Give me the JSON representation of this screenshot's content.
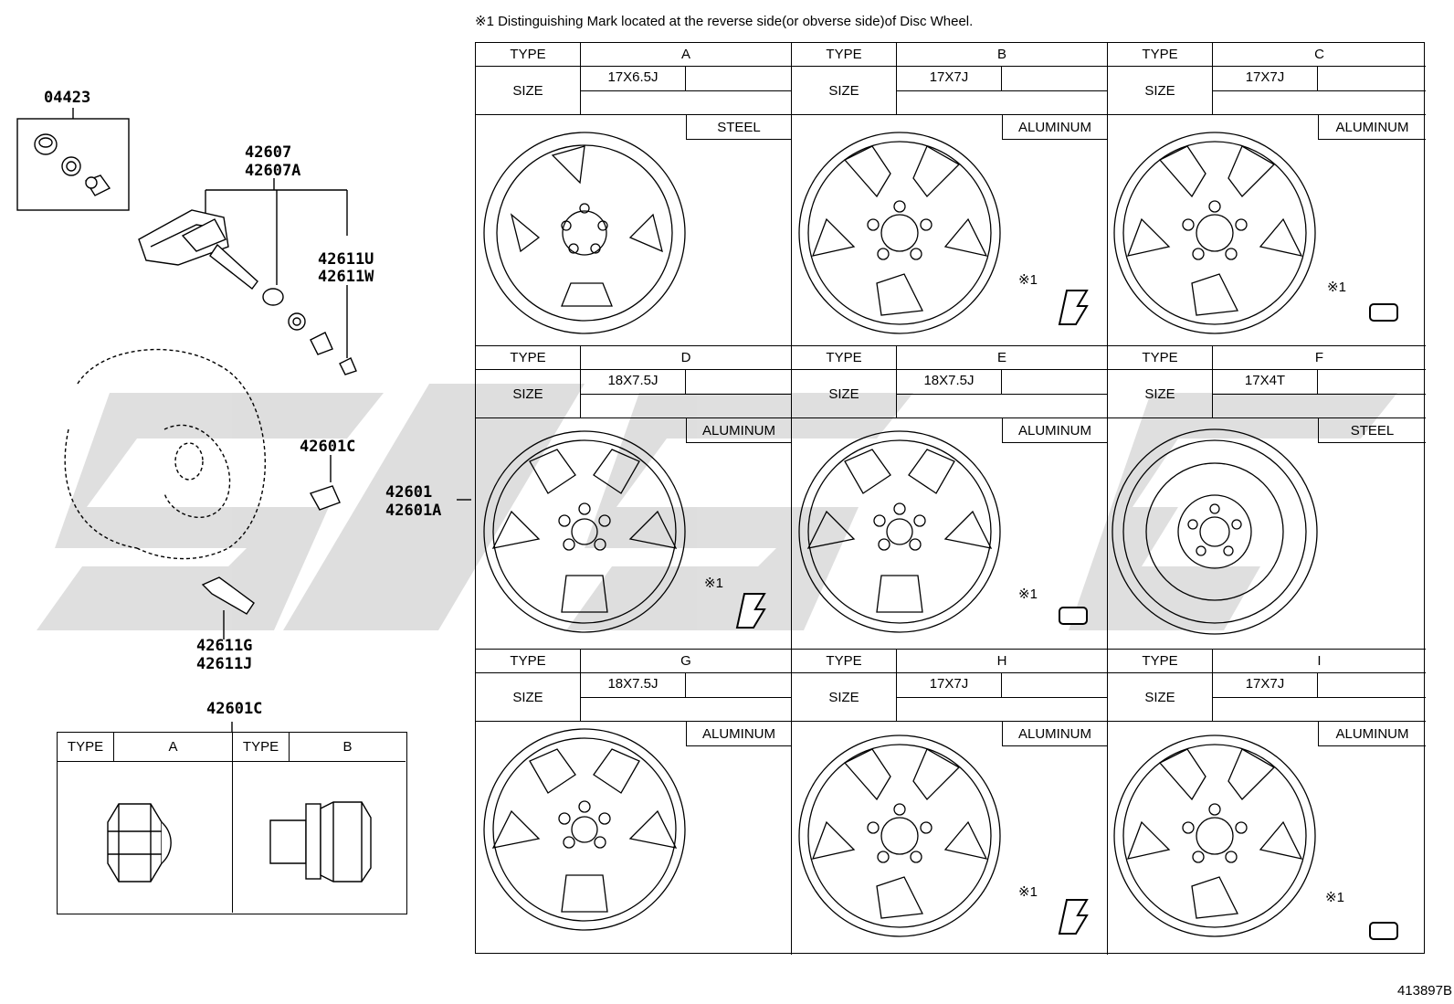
{
  "note": "※1 Distinguishing Mark located at the reverse side(or obverse side)of Disc Wheel.",
  "part_numbers": {
    "p04423": "04423",
    "p42607": "42607",
    "p42607A": "42607A",
    "p42611U": "42611U",
    "p42611W": "42611W",
    "p42601C_a": "42601C",
    "p42601": "42601",
    "p42601A": "42601A",
    "p42611G": "42611G",
    "p42611J": "42611J",
    "p42601C_b": "42601C"
  },
  "labels": {
    "type": "TYPE",
    "size": "SIZE",
    "mark": "※1"
  },
  "wheels": [
    {
      "letter": "A",
      "size": "17X6.5J",
      "material": "STEEL"
    },
    {
      "letter": "B",
      "size": "17X7J",
      "material": "ALUMINUM"
    },
    {
      "letter": "C",
      "size": "17X7J",
      "material": "ALUMINUM"
    },
    {
      "letter": "D",
      "size": "18X7.5J",
      "material": "ALUMINUM"
    },
    {
      "letter": "E",
      "size": "18X7.5J",
      "material": "ALUMINUM"
    },
    {
      "letter": "F",
      "size": "17X4T",
      "material": "STEEL"
    },
    {
      "letter": "G",
      "size": "18X7.5J",
      "material": "ALUMINUM"
    },
    {
      "letter": "H",
      "size": "17X7J",
      "material": "ALUMINUM"
    },
    {
      "letter": "I",
      "size": "17X7J",
      "material": "ALUMINUM"
    }
  ],
  "nut_table": {
    "type_label": "TYPE",
    "type_a": "A",
    "type_b": "B"
  },
  "diagram_code": "413897B"
}
